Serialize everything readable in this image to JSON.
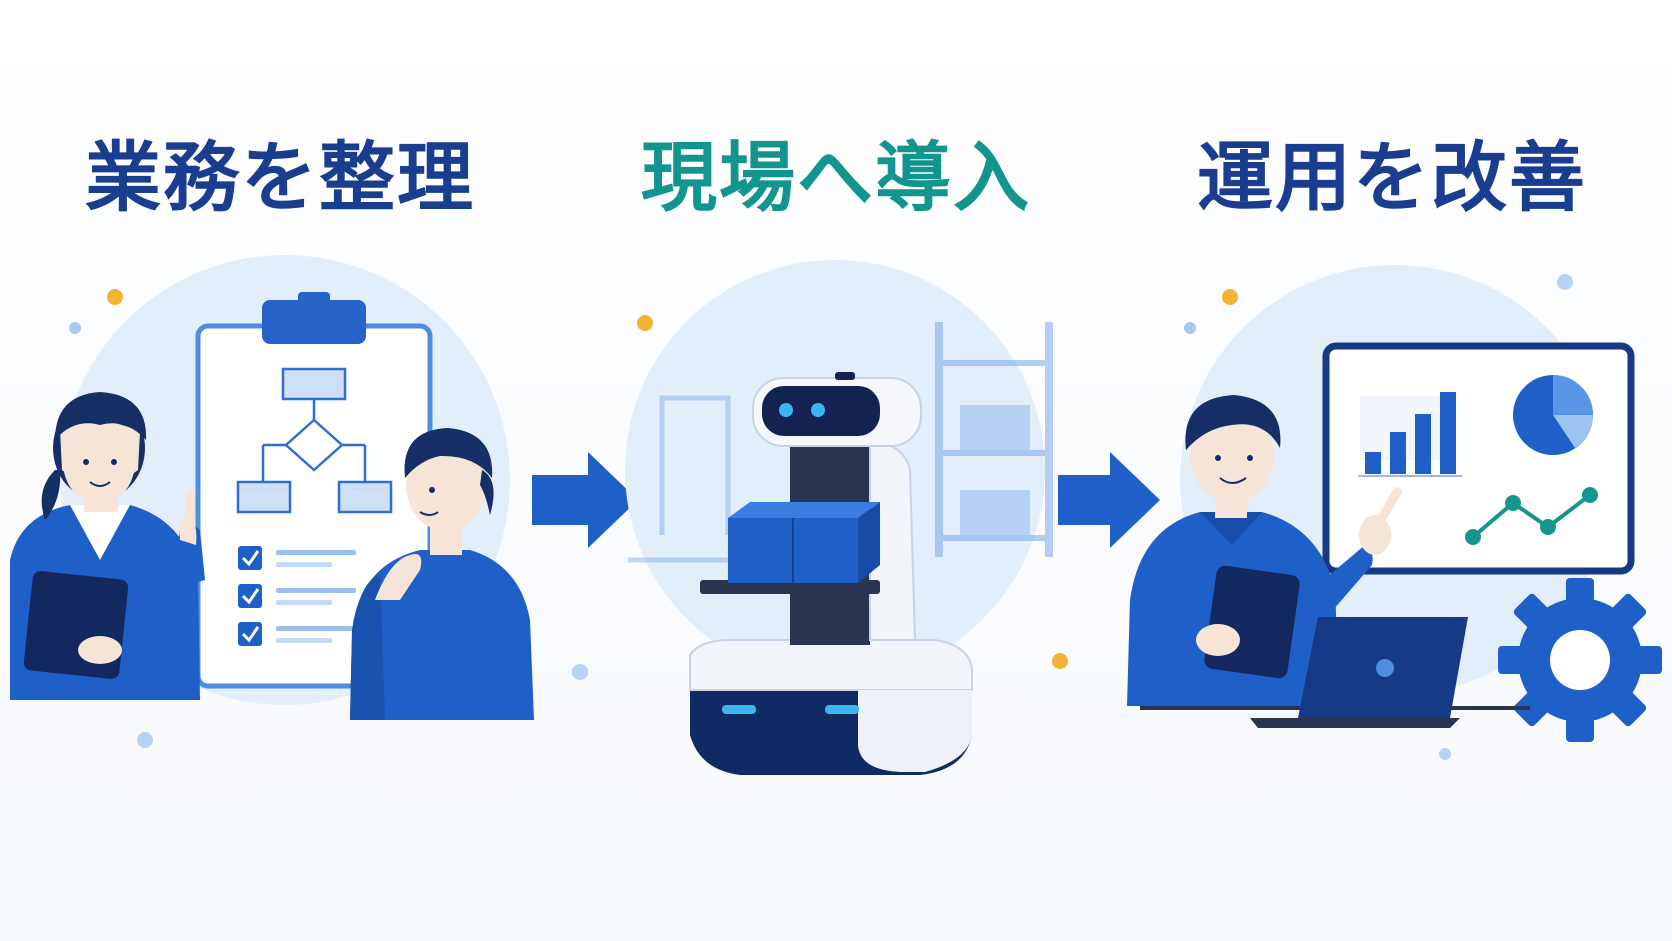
{
  "steps": [
    {
      "title": "業務を整理",
      "scene": "business-analysis"
    },
    {
      "title": "現場へ導入",
      "scene": "robot-deployment"
    },
    {
      "title": "運用を改善",
      "scene": "operations-improvement"
    }
  ],
  "colors": {
    "navy": "#1a3d8f",
    "teal": "#12958e",
    "blue": "#1f5fc8",
    "light_blue": "#dce9f9",
    "accent_orange": "#f5b335",
    "accent_green": "#14968f"
  },
  "icons": [
    "arrow-right-icon",
    "checkbox-icon",
    "bar-chart-icon",
    "pie-chart-icon",
    "line-chart-icon",
    "gear-icon",
    "laptop-icon",
    "tablet-icon",
    "clipboard-icon",
    "flowchart-icon"
  ]
}
